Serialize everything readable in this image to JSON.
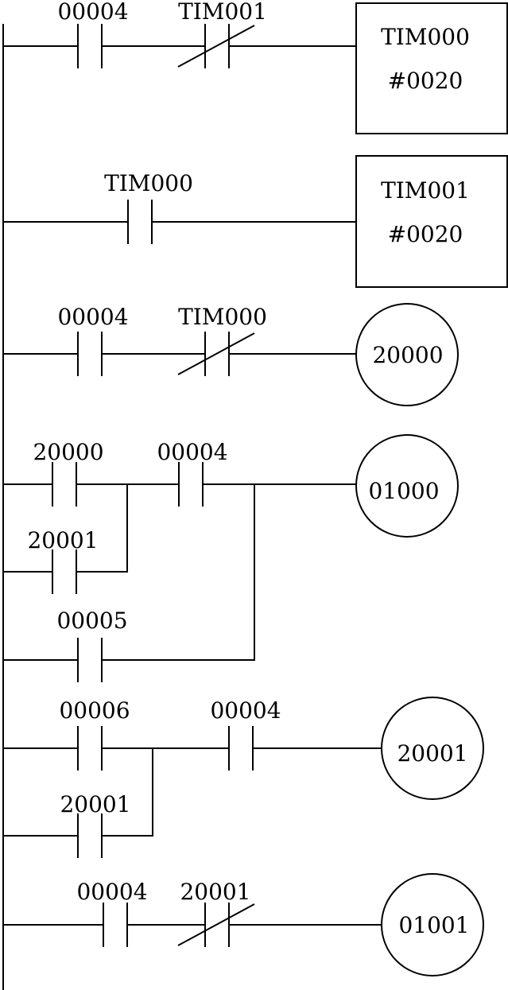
{
  "rungs": [
    {
      "contacts": [
        {
          "label": "00004",
          "type": "NO"
        },
        {
          "label": "TIM001",
          "type": "NC"
        }
      ],
      "output": {
        "kind": "timer",
        "name": "TIM000",
        "preset": "#0020"
      }
    },
    {
      "contacts": [
        {
          "label": "TIM000",
          "type": "NO"
        }
      ],
      "output": {
        "kind": "timer",
        "name": "TIM001",
        "preset": "#0020"
      }
    },
    {
      "contacts": [
        {
          "label": "00004",
          "type": "NO"
        },
        {
          "label": "TIM000",
          "type": "NC"
        }
      ],
      "output": {
        "kind": "coil",
        "name": "20000"
      }
    },
    {
      "contacts": [
        {
          "label": "20000",
          "type": "NO"
        },
        {
          "label": "20001",
          "type": "NO"
        },
        {
          "label": "00004",
          "type": "NO"
        },
        {
          "label": "00005",
          "type": "NO"
        }
      ],
      "output": {
        "kind": "coil",
        "name": "01000"
      }
    },
    {
      "contacts": [
        {
          "label": "00006",
          "type": "NO"
        },
        {
          "label": "20001",
          "type": "NO"
        },
        {
          "label": "00004",
          "type": "NO"
        }
      ],
      "output": {
        "kind": "coil",
        "name": "20001"
      }
    },
    {
      "contacts": [
        {
          "label": "00004",
          "type": "NO"
        },
        {
          "label": "20001",
          "type": "NC"
        }
      ],
      "output": {
        "kind": "coil",
        "name": "01001"
      }
    }
  ]
}
